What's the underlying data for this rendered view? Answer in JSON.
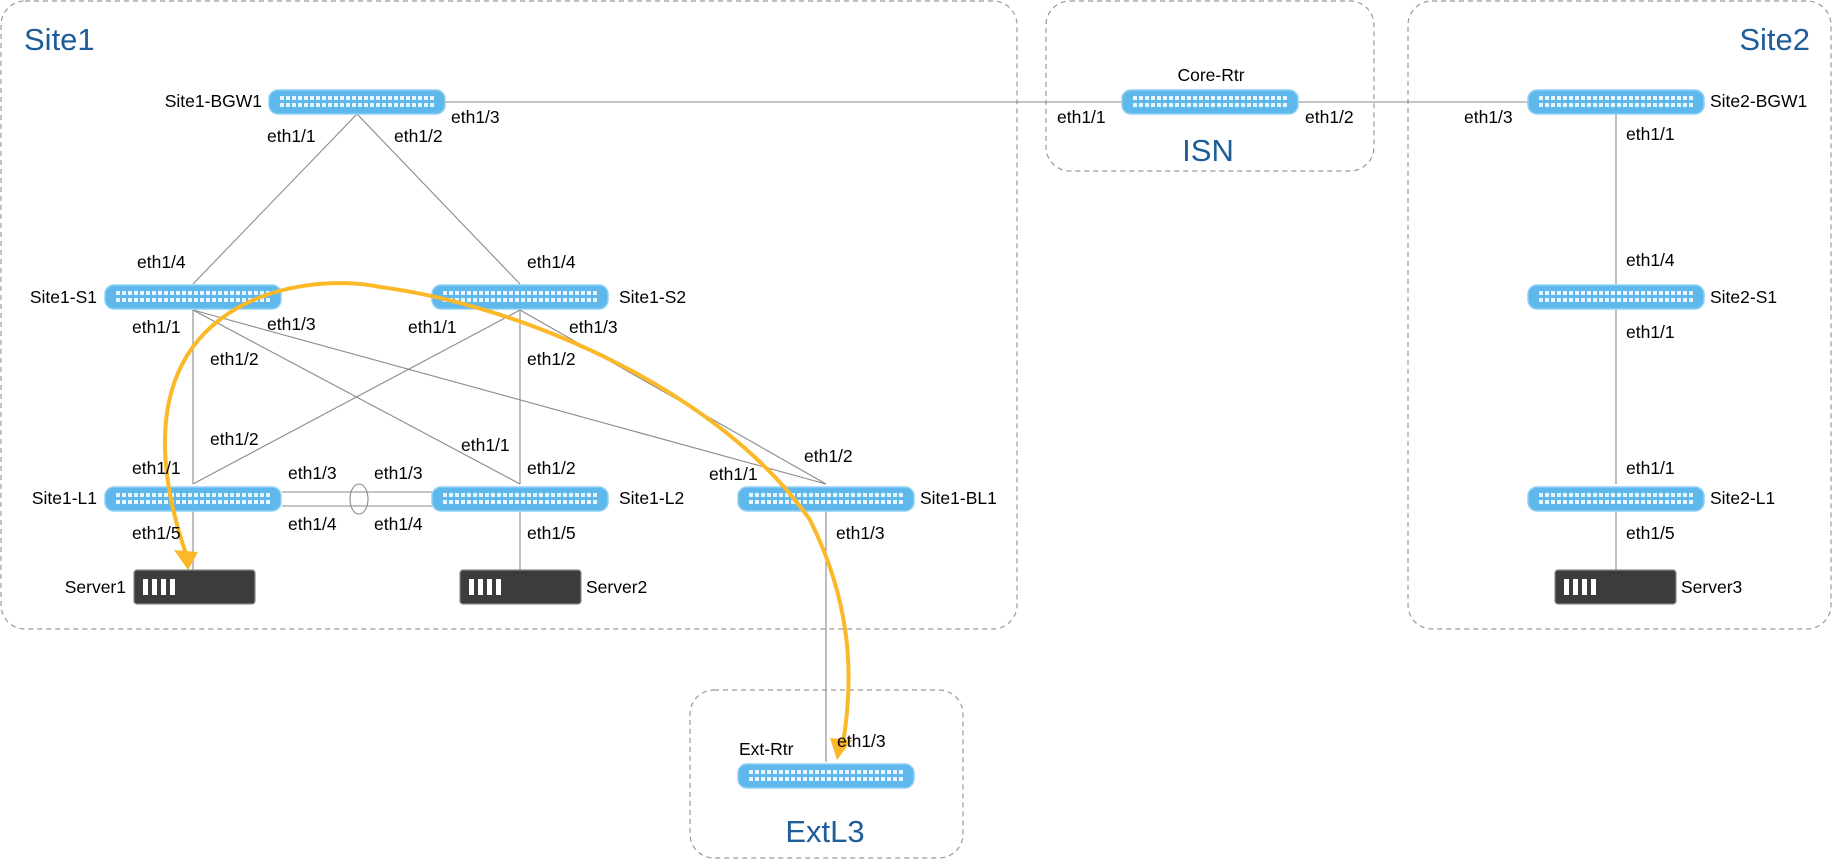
{
  "regions": {
    "site1": "Site1",
    "isn": "ISN",
    "site2": "Site2",
    "extl3": "ExtL3"
  },
  "devices": {
    "site1_bgw1": "Site1-BGW1",
    "core_rtr": "Core-Rtr",
    "site2_bgw1": "Site2-BGW1",
    "site1_s1": "Site1-S1",
    "site1_s2": "Site1-S2",
    "site2_s1": "Site2-S1",
    "site1_l1": "Site1-L1",
    "site1_l2": "Site1-L2",
    "site1_bl1": "Site1-BL1",
    "site2_l1": "Site2-L1",
    "server1": "Server1",
    "server2": "Server2",
    "server3": "Server3",
    "ext_rtr": "Ext-Rtr"
  },
  "ports": {
    "bgw1_e13": "eth1/3",
    "bgw1_e11": "eth1/1",
    "bgw1_e12": "eth1/2",
    "core_e11": "eth1/1",
    "core_e12": "eth1/2",
    "bgw2_e13": "eth1/3",
    "bgw2_e11": "eth1/1",
    "s1_e14": "eth1/4",
    "s1_e11": "eth1/1",
    "s1_e12": "eth1/2",
    "s1_e13": "eth1/3",
    "s2_e14": "eth1/4",
    "s2_e11": "eth1/1",
    "s2_e13": "eth1/3",
    "s2_e12": "eth1/2",
    "site2s1_e14": "eth1/4",
    "site2s1_e11": "eth1/1",
    "l1_e12": "eth1/2",
    "l1_e11": "eth1/1",
    "l1_e13": "eth1/3",
    "l1_e14": "eth1/4",
    "l1_e15": "eth1/5",
    "l2_e11": "eth1/1",
    "l2_e13": "eth1/3",
    "l2_e12": "eth1/2",
    "l2_e14": "eth1/4",
    "l2_e15": "eth1/5",
    "bl1_e12": "eth1/2",
    "bl1_e11": "eth1/1",
    "bl1_e13": "eth1/3",
    "site2l1_e11": "eth1/1",
    "site2l1_e15": "eth1/5",
    "ext_e13": "eth1/3"
  },
  "colors": {
    "region_title": "#1d5d99",
    "switch": "#5eb8ec",
    "flow_arrow": "#fbb829",
    "server": "#3c3c3c"
  }
}
